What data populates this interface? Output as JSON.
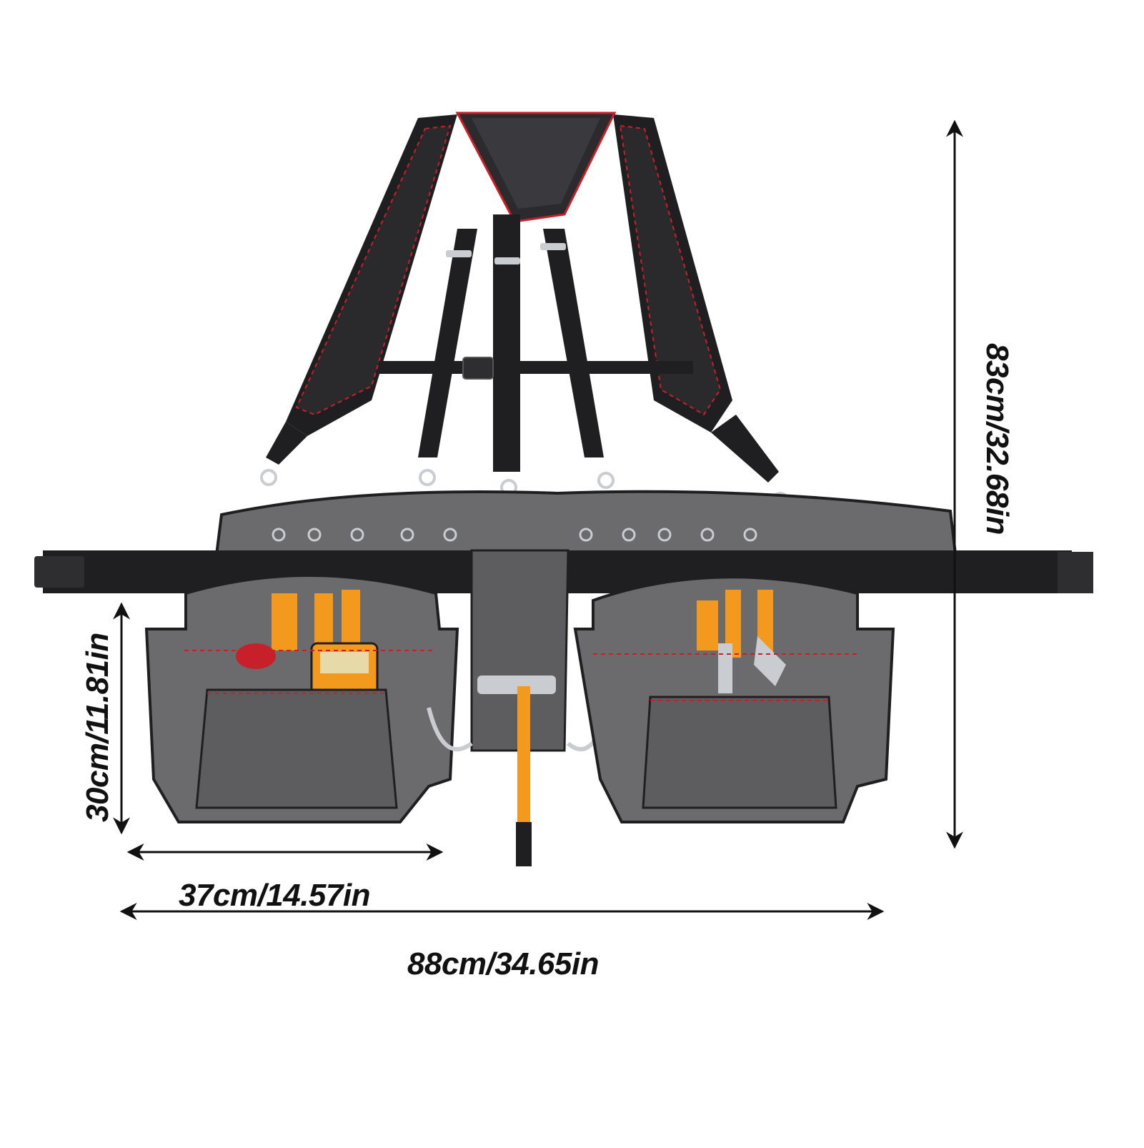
{
  "product": {
    "colors": {
      "strap": "#1f1f21",
      "pouch": "#6b6a6c",
      "pouch_dark": "#4f4e50",
      "stitch": "#c8202a",
      "tool_orange": "#f39a1e",
      "metal": "#c9ccd0"
    }
  },
  "dimensions": {
    "total_height": "83cm/32.68in",
    "pocket_height": "30cm/11.81in",
    "pocket_width": "37cm/14.57in",
    "total_width": "88cm/34.65in"
  }
}
